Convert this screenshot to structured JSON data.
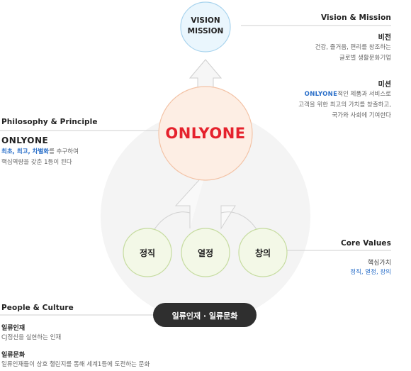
{
  "vision_circle": {
    "line1": "VISION",
    "line2": "MISSION"
  },
  "onlyone_circle": {
    "logo": "ONLYONE"
  },
  "values_circles": [
    {
      "label": "정직"
    },
    {
      "label": "열정"
    },
    {
      "label": "창의"
    }
  ],
  "culture_pill": {
    "label": "일류인재 · 일류문화"
  },
  "vision_mission": {
    "title": "Vision & Mission",
    "vision_heading": "비전",
    "vision_lines": [
      "건강, 즐거움, 편리를 창조하는",
      "글로벌 생활문화기업"
    ],
    "mission_heading": "미션",
    "mission_logo": "ONLYONE",
    "mission_line1_suffix": "적인 제품과 서비스로",
    "mission_lines": [
      "고객을 위한 최고의 가치를 창출하고,",
      "국가와 사회에 기여한다"
    ]
  },
  "philosophy": {
    "title": "Philosophy & Principle",
    "logo": "ONLYONE",
    "highlight": "최초, 최고, 차별화",
    "line1_suffix": "를 추구하여",
    "line2": "핵심역량을 갖춘 1등이 된다"
  },
  "core_values": {
    "title": "Core Values",
    "heading": "핵심가치",
    "values_text": "정직, 열정, 창의"
  },
  "people_culture": {
    "title": "People & Culture",
    "talent_heading": "일류인재",
    "talent_text": "CJ정신을 실현하는 인재",
    "culture_heading": "일류문화",
    "culture_text": "일류인재들이 상호 챌린지를 통해 세계1등에 도전하는 문화"
  },
  "colors": {
    "brand_red": "#e5222d",
    "accent_blue": "#2a6fc9",
    "vision_fill": "#eaf6fd",
    "vision_border": "#a9d4ee",
    "onlyone_fill": "#fdeee4",
    "onlyone_border": "#f3c3a6",
    "values_fill": "#f3f8e7",
    "values_border": "#c6dca0",
    "pill": "#2f2f2f"
  }
}
